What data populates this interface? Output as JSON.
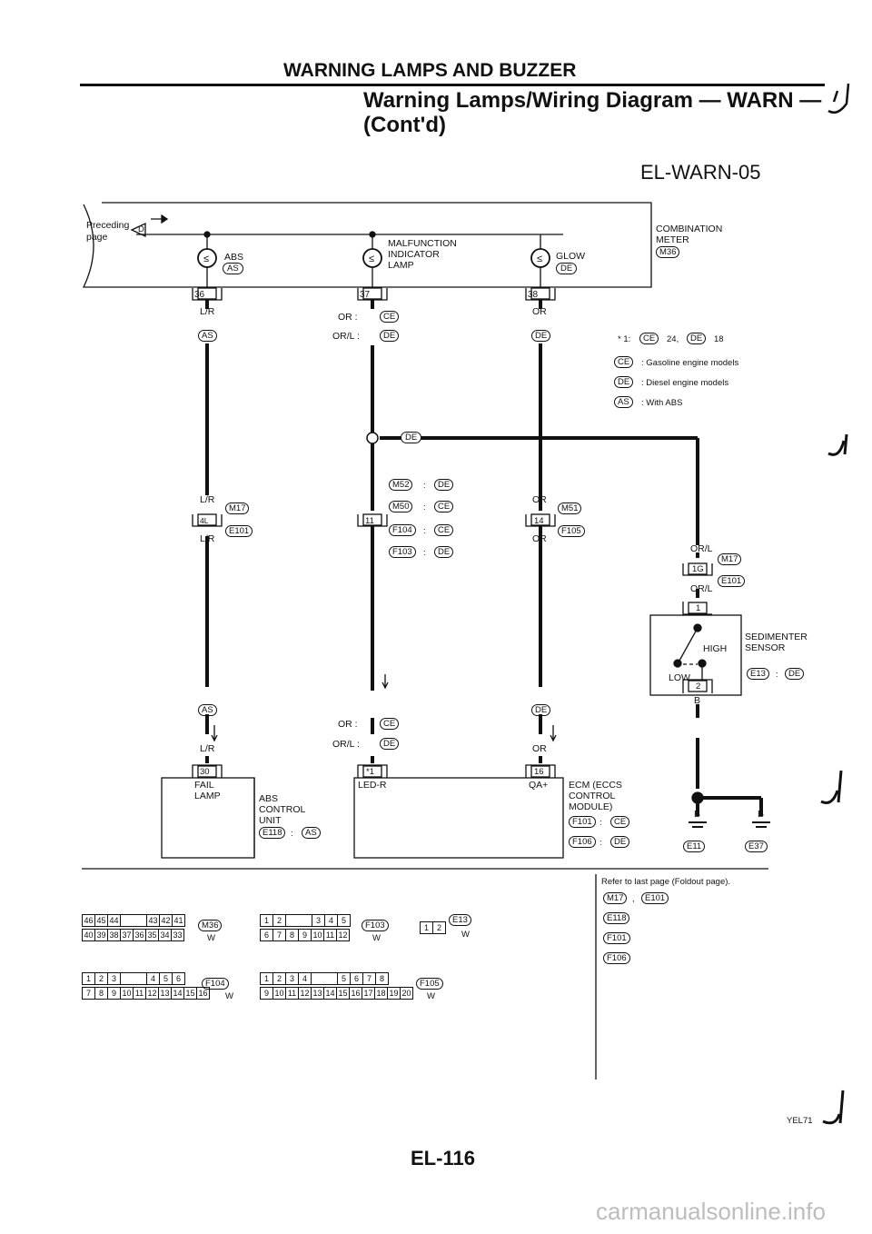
{
  "header": {
    "section": "WARNING LAMPS AND BUZZER",
    "line1": "Warning Lamps/Wiring Diagram — WARN —",
    "line2": "(Cont'd)"
  },
  "diagram_code": "EL-WARN-05",
  "preceding": {
    "label1": "Preceding",
    "label2": "page",
    "connector": "D"
  },
  "meter": {
    "name1": "COMBINATION",
    "name2": "METER",
    "conn": "M36",
    "abs_lamp": "ABS",
    "abs_tag": "AS",
    "mil1": "MALFUNCTION",
    "mil2": "INDICATOR",
    "mil3": "LAMP",
    "glow": "GLOW",
    "glow_tag": "DE",
    "lamp_symbol": "≤",
    "pin_a": "36",
    "pin_b": "37",
    "pin_c": "38"
  },
  "wire_colors": {
    "lr": "L/R",
    "or": "OR",
    "orl": "OR/L",
    "b": "B",
    "or_sep": "OR  :",
    "orl_sep": "OR/L :",
    "colon": ":"
  },
  "legend": {
    "note_prefix": "* 1:",
    "note_24": "24,",
    "note_18": "18",
    "ce_desc": ": Gasoline engine models",
    "de_desc": ": Diesel engine models",
    "as_desc": ": With ABS"
  },
  "tags": {
    "ce": "CE",
    "de": "DE",
    "as": "AS"
  },
  "connectors": {
    "m17": "M17",
    "e101": "E101",
    "m52": "M52",
    "m50": "M50",
    "m51": "M51",
    "f104": "F104",
    "f103": "F103",
    "f105": "F105",
    "e13": "E13",
    "e118": "E118",
    "f101": "F101",
    "f106": "F106",
    "e11": "E11",
    "e37": "E37"
  },
  "pins": {
    "p4l": "4L",
    "p11": "11",
    "p14": "14",
    "p1g": "1G",
    "p1": "1",
    "p2": "2",
    "p30": "30",
    "p_star1": "*1",
    "p16": "16"
  },
  "sensor": {
    "name1": "SEDIMENTER",
    "name2": "SENSOR",
    "high": "HIGH",
    "low": "LOW"
  },
  "abs_unit": {
    "lamp1": "FAIL",
    "lamp2": "LAMP",
    "name1": "ABS",
    "name2": "CONTROL",
    "name3": "UNIT"
  },
  "ecm": {
    "name1": "ECM (ECCS",
    "name2": "CONTROL",
    "name3": "MODULE)",
    "pin_led": "LED-R",
    "pin_qa": "QA+"
  },
  "footer": {
    "refer": "Refer to last page (Foldout page).",
    "w": "W",
    "m36_top": [
      "46",
      "45",
      "44",
      "",
      "43",
      "42",
      "41"
    ],
    "m36_bot": [
      "40",
      "39",
      "38",
      "37",
      "36",
      "35",
      "34",
      "33"
    ],
    "f103_top": [
      "1",
      "2",
      "",
      "3",
      "4",
      "5"
    ],
    "f103_bot": [
      "6",
      "7",
      "8",
      "9",
      "10",
      "11",
      "12"
    ],
    "e13_pins": [
      "1",
      "2"
    ],
    "f104_top": [
      "1",
      "2",
      "3",
      "",
      "4",
      "5",
      "6"
    ],
    "f104_bot": [
      "7",
      "8",
      "9",
      "10",
      "11",
      "12",
      "13",
      "14",
      "15",
      "16"
    ],
    "f105_top": [
      "1",
      "2",
      "3",
      "4",
      "",
      "5",
      "6",
      "7",
      "8"
    ],
    "f105_bot": [
      "9",
      "10",
      "11",
      "12",
      "13",
      "14",
      "15",
      "16",
      "17",
      "18",
      "19",
      "20"
    ]
  },
  "page_number": "EL-116",
  "fig_code": "YEL71",
  "watermark": "carmanualsonline.info"
}
